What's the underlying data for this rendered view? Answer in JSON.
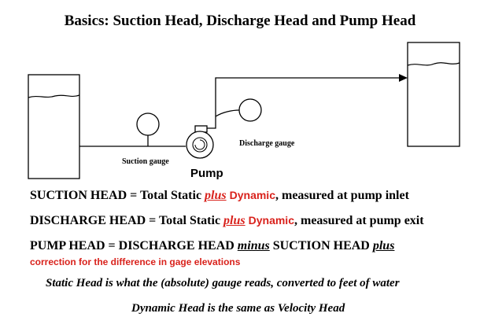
{
  "title": "Basics: Suction Head, Discharge Head and Pump Head",
  "diagram": {
    "suction_gauge_label": "Suction gauge",
    "discharge_gauge_label": "Discharge gauge",
    "pump_label": "Pump"
  },
  "definitions": {
    "suction": {
      "lead": "SUCTION HEAD = Total Static",
      "plus": "plus",
      "dynamic": "Dynamic",
      "tail": ", measured at pump inlet"
    },
    "discharge": {
      "lead": "DISCHARGE HEAD = Total Static",
      "plus": "plus",
      "dynamic": "Dynamic",
      "tail": ", measured at pump exit"
    },
    "pump": {
      "lead": "PUMP HEAD = DISCHARGE HEAD",
      "minus": "minus",
      "mid": "SUCTION HEAD",
      "plus": "plus",
      "note": "correction for the difference in gage elevations"
    }
  },
  "notes": {
    "static": "Static Head is what the (absolute) gauge reads, converted to feet of water",
    "dynamic": "Dynamic Head is the same as Velocity Head"
  },
  "colors": {
    "emphasis": "#d9221c",
    "text": "#000000"
  }
}
